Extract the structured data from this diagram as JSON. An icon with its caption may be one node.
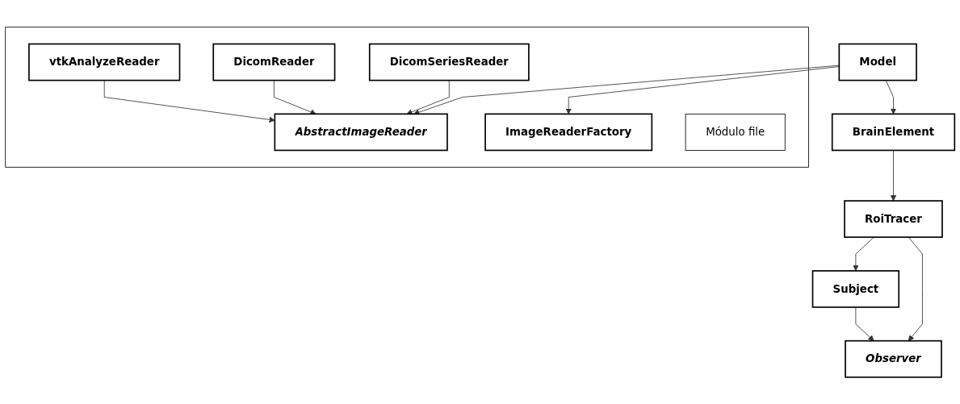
{
  "diagram": {
    "nodes": [
      {
        "text": [],
        "shape": "box"
      },
      {
        "text": [
          "vtkAnalyzeReader"
        ],
        "in": 0
      },
      {
        "text": [
          "DicomReader"
        ],
        "in": 0
      },
      {
        "text": [
          "DicomSeriesReader"
        ],
        "in": 0
      },
      {
        "text": [
          "Observer"
        ]
      },
      {
        "text": [
          "Subject"
        ]
      },
      {
        "text": [
          "AbstractImageReader"
        ],
        "in": 0
      },
      {
        "text": [
          "Model"
        ]
      },
      {
        "text": [
          "ImageReaderFactory"
        ],
        "in": 0
      },
      {
        "text": [
          "Módulo file"
        ],
        "in": 0
      },
      {
        "text": [
          "RoiTracer"
        ]
      },
      {
        "text": [
          "BrainElement"
        ]
      }
    ],
    "edges": [
      {
        "from": 1,
        "to": 6,
        "arrow": "to"
      },
      {
        "from": 2,
        "to": 6,
        "arrow": "to"
      },
      {
        "from": 3,
        "to": 6,
        "arrow": "to"
      },
      {
        "from": 5,
        "to": 4,
        "arrow": "to"
      },
      {
        "from": 10,
        "to": 4,
        "arrow": "to"
      },
      {
        "from": 10,
        "to": 5,
        "arrow": "to"
      },
      {
        "from": 7,
        "to": 6,
        "arrow": "to"
      },
      {
        "from": 7,
        "to": 8,
        "arrow": "to"
      },
      {
        "from": 7,
        "to": 11,
        "arrow": "to"
      },
      {
        "from": 11,
        "to": 10,
        "arrow": "to"
      }
    ]
  }
}
